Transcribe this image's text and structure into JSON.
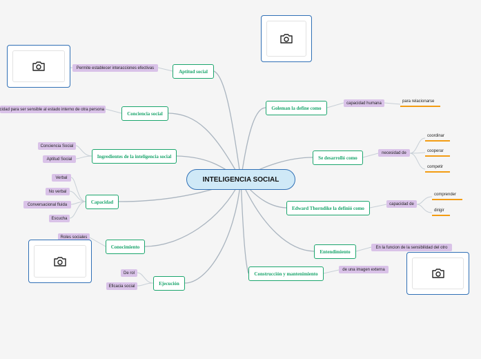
{
  "center": "INTELIGENCIA SOCIAL",
  "nodes": {
    "aptitud": "Aptitud social",
    "conciencia": "Conciencia social",
    "ingredientes": "Ingredientes de la inteligencia social",
    "capacidad": "Capacidad",
    "conocimiento": "Conocimiento",
    "ejecucion": "Ejecución",
    "goleman": "Goleman la define como",
    "desarrollo": "Se desarrolló como",
    "thorndike": "Edward Thorndike la definió como",
    "entendimiento": "Entendimiento",
    "construccion": "Construcción y mantenimiento"
  },
  "tags": {
    "aptitud_desc": "Permite establecer interacciones efectivas",
    "conciencia_desc": "capacidad para ser sensible al estado interno de otra persona",
    "conciencia_social": "Conciencia Social",
    "aptitud_social": "Aptitud Social",
    "verbal": "Verbal",
    "no_verbal": "No verbal",
    "conversacional": "Conversacional fluida",
    "escucha": "Escucha",
    "roles": "Roles sociales",
    "de_rol": "De rol",
    "eficacia": "Eficacia social",
    "capacidad_humana": "capacidad humana",
    "necesidad": "necesidad de",
    "capacidad_de": "capacidad de",
    "funcion": "En la funcion de la sensibilidad del otro",
    "imagen": "de una imagen externa"
  },
  "leaves": {
    "relacionarse": "para relacionarse",
    "coordinar": "coordinar",
    "cooperar": "cooperar",
    "competir": "competir",
    "comprender": "comprender",
    "dirigir": "dirigir"
  },
  "icons": [
    "camera-icon"
  ],
  "colors": {
    "topic_border": "#1aa56c",
    "center_fill": "#cfe9f7",
    "tag_fill": "#d9c2e8",
    "underline": "#f39c12"
  }
}
